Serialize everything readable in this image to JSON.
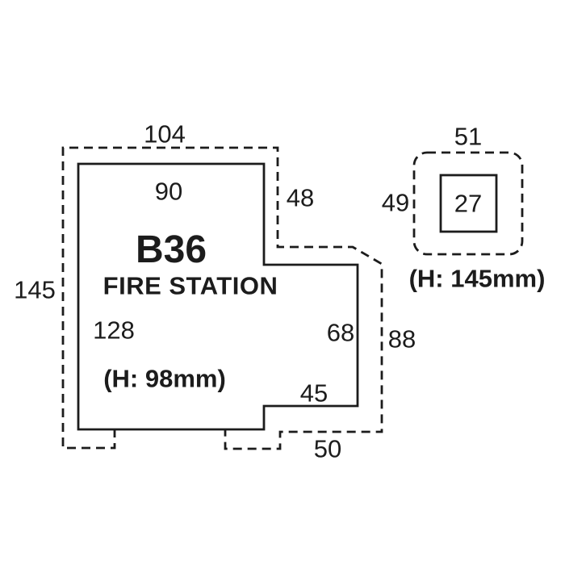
{
  "page": {
    "background": "#ffffff",
    "line_color": "#1c1c1c"
  },
  "main_building": {
    "code": "B36",
    "name": "FIRE STATION",
    "height_note": "(H: 98mm)",
    "footprint": {
      "top_width": "90",
      "left_height": "128",
      "wing_right_height": "68",
      "wing_bottom_width": "45"
    },
    "overhang": {
      "top_width": "104",
      "left_height": "145",
      "right_upper_height": "48",
      "right_lower_height": "88",
      "bottom_width": "50"
    }
  },
  "tower": {
    "code": "27",
    "height_note": "(H: 145mm)",
    "overhang": {
      "top_width": "51",
      "left_height": "49"
    }
  }
}
